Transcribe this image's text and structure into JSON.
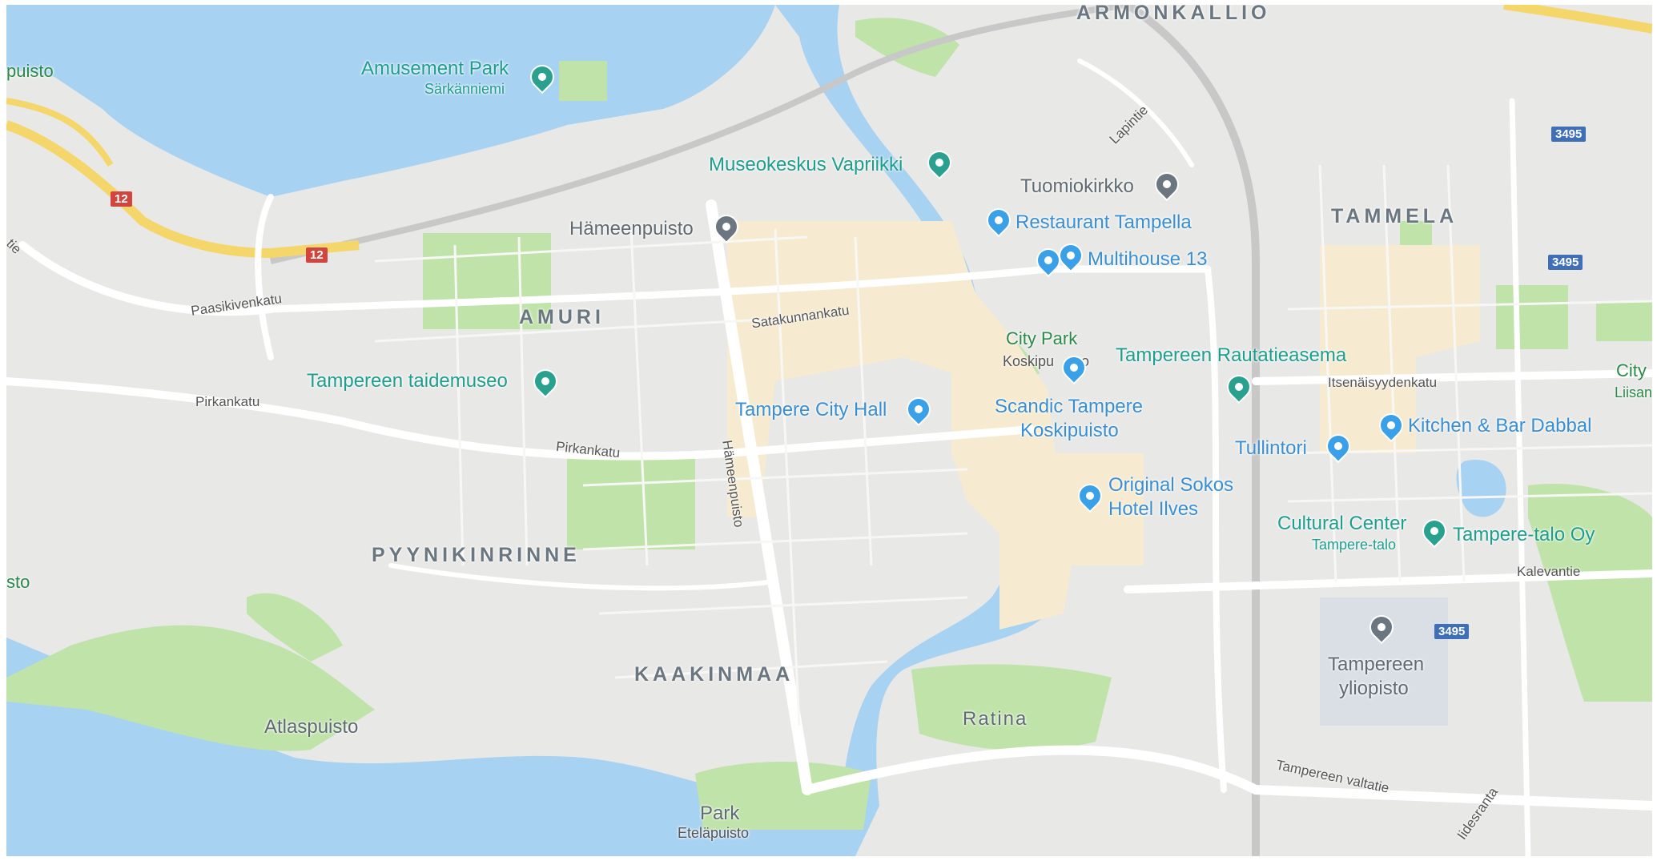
{
  "map": {
    "colors": {
      "land": "#e8e8e6",
      "water": "#a8d2f2",
      "park": "#bfe3a8",
      "commercial": "#f6ebd0",
      "road": "#ffffff",
      "highway": "#f5d66b",
      "rail": "#c8c8c8",
      "poi_teal": "#1e9e8f",
      "poi_blue": "#3a8fd3",
      "district": "#6a7680"
    },
    "districts": {
      "armonkallio": "ARMONKALLIO",
      "tammela": "TAMMELA",
      "amuri": "AMURI",
      "pyynikinrinne": "PYYNIKINRINNE",
      "kaakinmaa": "KAAKINMAA"
    },
    "pois": {
      "amusement_park": "Amusement Park",
      "sarkanniemi": "Särkänniemi",
      "museokeskus": "Museokeskus Vapriikki",
      "tuomiokirkko": "Tuomiokirkko",
      "restaurant_tampella": "Restaurant Tampella",
      "hameenpuisto": "Hämeenpuisto",
      "multihouse": "Multihouse 13",
      "city_park": "City Park",
      "koskipuisto_partial": "Koskipu",
      "koskipuisto_end": "o",
      "rautatieasema": "Tampereen Rautatieasema",
      "taidemuseo": "Tampereen taidemuseo",
      "city_hall": "Tampere City Hall",
      "scandic_1": "Scandic Tampere",
      "scandic_2": "Koskipuisto",
      "tullintori": "Tullintori",
      "kitchen_bar": "Kitchen & Bar Dabbal",
      "sokos_1": "Original Sokos",
      "sokos_2": "Hotel Ilves",
      "cultural_center": "Cultural Center",
      "tampere_talo_sub": "Tampere-talo",
      "tampere_talo_oy": "Tampere-talo Oy",
      "yliopisto_1": "Tampereen",
      "yliopisto_2": "yliopisto",
      "ratina": "Ratina",
      "atlaspuisto": "Atlaspuisto",
      "park": "Park",
      "etelapuisto": "Eteläpuisto",
      "city_edge": "City",
      "liisan_edge": "Liisan",
      "puisto_edge": "puisto",
      "sto_edge": "sto"
    },
    "streets": {
      "paasikivenkatu": "Paasikivenkatu",
      "satakunnankatu": "Satakunnankatu",
      "pirkankatu_1": "Pirkankatu",
      "pirkankatu_2": "Pirkankatu",
      "hameenpuisto_road": "Hämeenpuisto",
      "lapintie": "Lapintie",
      "itsenaisyydenkatu": "Itsenäisyydenkatu",
      "kalevantie": "Kalevantie",
      "valtatie": "Tampereen valtatie",
      "iidesranta": "Iidesranta",
      "tie_edge": "tie"
    },
    "shields": {
      "r12_a": "12",
      "r12_b": "12",
      "r3495_a": "3495",
      "r3495_b": "3495",
      "r3495_c": "3495"
    }
  }
}
